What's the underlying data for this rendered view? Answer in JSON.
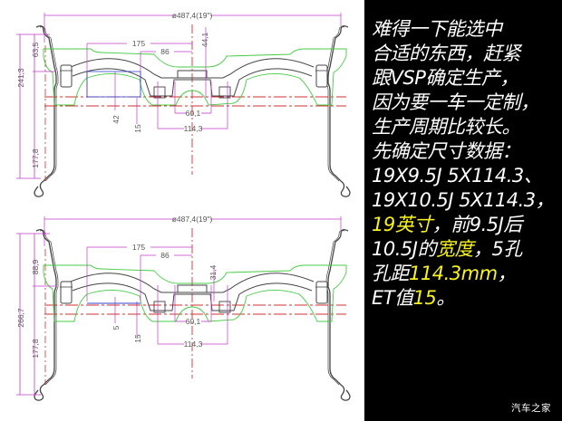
{
  "drawings": [
    {
      "id": "front-9.5J",
      "dims": {
        "diameter": "ø487,4(19\")",
        "inner_width": "175",
        "pcd_half": "86",
        "offset_top": "44,1",
        "left_total": "241,3",
        "left_upper": "63,5",
        "left_lower": "177,8",
        "small_a": "42",
        "small_b": "15",
        "bore": "60,1",
        "pcd": "114,3"
      }
    },
    {
      "id": "rear-10.5J",
      "dims": {
        "diameter": "ø487,4(19\")",
        "inner_width": "175",
        "pcd_half": "86",
        "offset_top": "31,4",
        "left_total": "266,7",
        "left_upper": "88,9",
        "left_lower": "177,8",
        "small_a": "5",
        "small_b": "15",
        "bore": "60,1",
        "pcd": "114,3"
      }
    }
  ],
  "panel": {
    "lines": [
      [
        {
          "t": "难得一下能选中",
          "hl": false
        }
      ],
      [
        {
          "t": "合适的东西，赶紧",
          "hl": false
        }
      ],
      [
        {
          "t": "跟VSP确定生产，",
          "hl": false
        }
      ],
      [
        {
          "t": "因为要一车一定制，",
          "hl": false
        }
      ],
      [
        {
          "t": "生产周期比较长。",
          "hl": false
        }
      ],
      [
        {
          "t": "先确定尺寸数据：",
          "hl": false
        }
      ],
      [
        {
          "t": "19X9.5J 5X114.3、",
          "hl": false
        }
      ],
      [
        {
          "t": "19X10.5J 5X114.3，",
          "hl": false
        }
      ],
      [
        {
          "t": "19英寸",
          "hl": true
        },
        {
          "t": "，前9.5J后",
          "hl": false
        }
      ],
      [
        {
          "t": "10.5J的",
          "hl": false
        },
        {
          "t": "宽度",
          "hl": true
        },
        {
          "t": "，5孔",
          "hl": false
        }
      ],
      [
        {
          "t": "孔距",
          "hl": false
        },
        {
          "t": "114.3mm",
          "hl": true
        },
        {
          "t": "，",
          "hl": false
        }
      ],
      [
        {
          "t": "ET值",
          "hl": false
        },
        {
          "t": "15",
          "hl": true
        },
        {
          "t": "。",
          "hl": false
        }
      ]
    ],
    "watermark": "汽车之家",
    "colors": {
      "text": "#ffffff",
      "highlight": "#f7f31a",
      "background": "#000000"
    }
  },
  "colors": {
    "dimension": "#c03cc8",
    "centerline": "#d03030",
    "wheel_outline": "#444444",
    "profile": "#44cc44",
    "blue_rect": "#3344cc"
  }
}
